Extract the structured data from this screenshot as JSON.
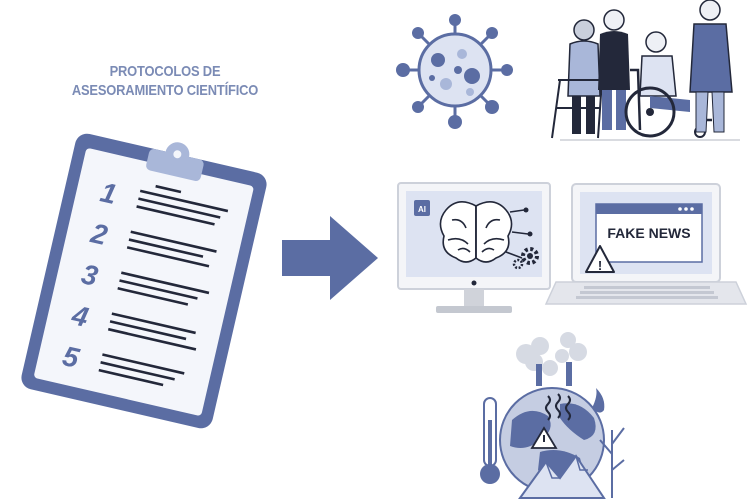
{
  "title": {
    "line1": "PROTOCOLOS DE",
    "line2": "ASESORAMIENTO CIENTÍFICO"
  },
  "clipboard": {
    "numbers": [
      "1",
      "2",
      "3",
      "4",
      "5"
    ]
  },
  "laptop": {
    "screen_text": "FAKE NEWS",
    "warning_symbol": "!"
  },
  "monitor": {
    "badge_text": "AI"
  },
  "thermometer_warning": "!",
  "colors": {
    "blue": "#5b6da3",
    "light_blue": "#a9b7d9",
    "pale_blue": "#dde3f2",
    "grey": "#d9dbe0",
    "dark": "#23283a"
  }
}
